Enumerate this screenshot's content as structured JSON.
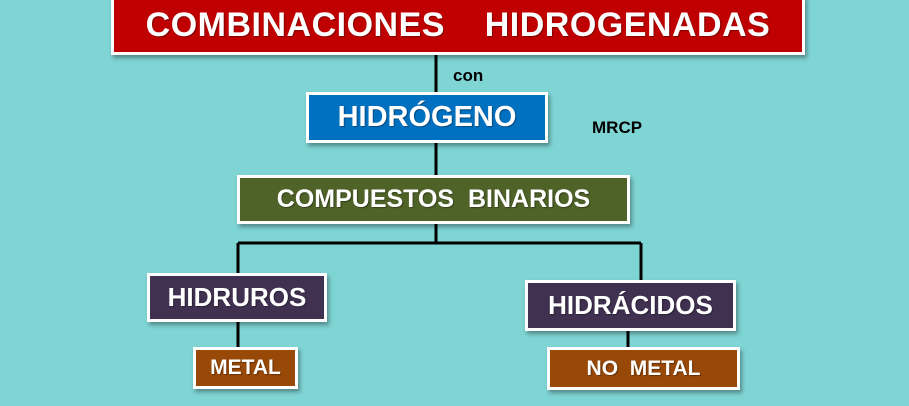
{
  "nodes": {
    "title": "COMBINACIONES    HIDROGENADAS",
    "hydrogen": "HIDRÓGENO",
    "binary_compounds": "COMPUESTOS  BINARIOS",
    "hydrides": "HIDRUROS",
    "hydracids": "HIDRÁCIDOS",
    "metal": "METAL",
    "non_metal": "NO  METAL"
  },
  "annotations": {
    "connector_label": "con",
    "author": "MRCP"
  },
  "colors": {
    "background": "#7fd4d4",
    "title": "#c00000",
    "hydrogen": "#0070c0",
    "binary_compounds": "#4f6228",
    "hydrides": "#403151",
    "hydracids": "#403151",
    "metal": "#984807",
    "non_metal": "#984807",
    "connector": "#000000"
  }
}
